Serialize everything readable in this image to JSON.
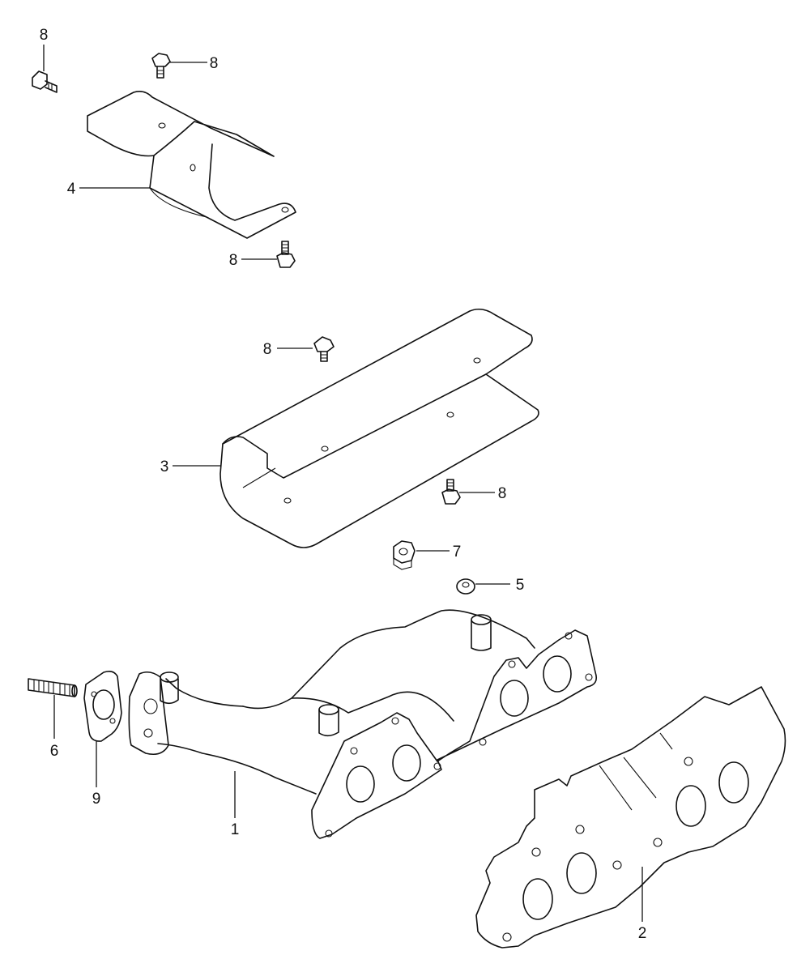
{
  "callouts": {
    "c1": "1",
    "c2": "2",
    "c3": "3",
    "c4": "4",
    "c5": "5",
    "c6": "6",
    "c7": "7",
    "c8a": "8",
    "c8b": "8",
    "c8c": "8",
    "c8d": "8",
    "c8e": "8",
    "c9": "9"
  },
  "colors": {
    "line": "#111111",
    "background": "#ffffff"
  }
}
